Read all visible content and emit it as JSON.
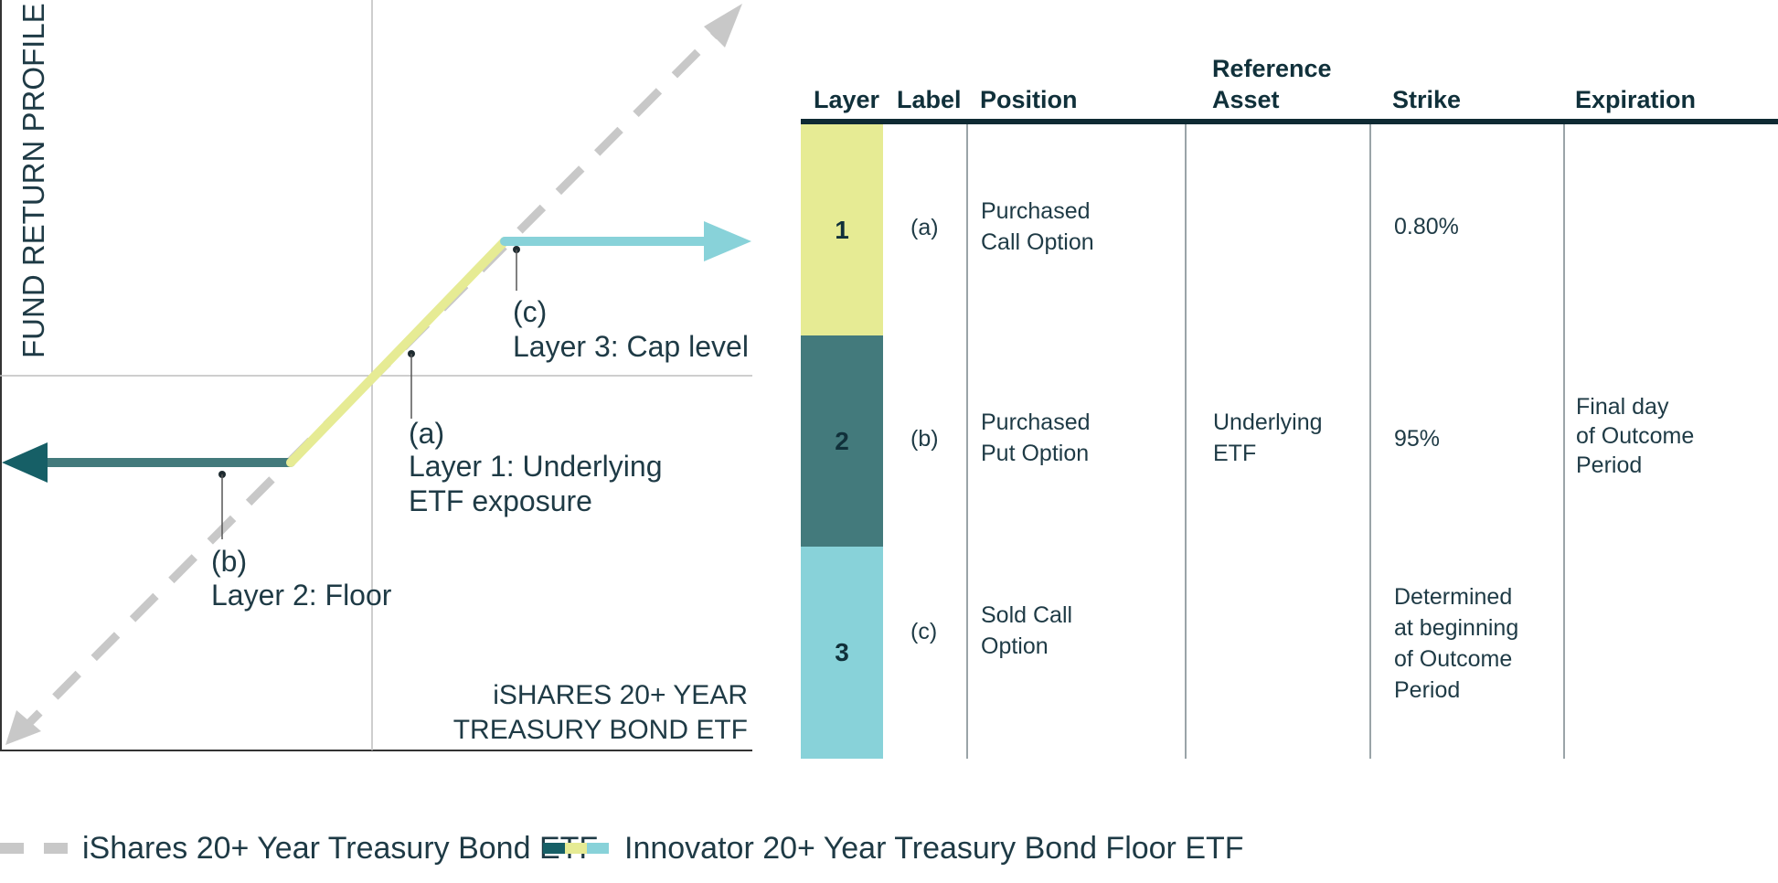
{
  "diagram": {
    "y_axis_title": "FUND RETURN PROFILE",
    "x_axis_title_line1": "iSHARES 20+ YEAR",
    "x_axis_title_line2": "TREASURY BOND ETF",
    "annotation_a": {
      "marker": "(a)",
      "line1": "Layer 1: Underlying",
      "line2": "ETF exposure"
    },
    "annotation_b": {
      "marker": "(b)",
      "line1": "Layer 2: Floor"
    },
    "annotation_c": {
      "marker": "(c)",
      "line1": "Layer 3: Cap level"
    },
    "colors": {
      "layer1": "#e6eb94",
      "layer2": "#437a7c",
      "layer3": "#88d2d9",
      "dashed": "#c8c8c8",
      "axis": "#333333",
      "grid": "#bdbdbd"
    }
  },
  "table": {
    "headers": {
      "layer": "Layer",
      "label": "Label",
      "position": "Position",
      "reference_asset_line1": "Reference",
      "reference_asset_line2": "Asset",
      "strike": "Strike",
      "expiration": "Expiration"
    },
    "rows": [
      {
        "layer": "1",
        "label": "(a)",
        "position": "Purchased\nCall Option",
        "strike": "0.80%"
      },
      {
        "layer": "2",
        "label": "(b)",
        "position": "Purchased\nPut Option",
        "strike": "95%"
      },
      {
        "layer": "3",
        "label": "(c)",
        "position": "Sold Call\nOption",
        "strike": "Determined\nat beginning\nof Outcome\nPeriod"
      }
    ],
    "reference_asset": "Underlying\nETF",
    "expiration": "Final day\nof Outcome\nPeriod"
  },
  "legend": {
    "item1": "iShares 20+ Year Treasury Bond ETF",
    "item2": "Innovator 20+ Year Treasury Bond Floor ETF"
  }
}
